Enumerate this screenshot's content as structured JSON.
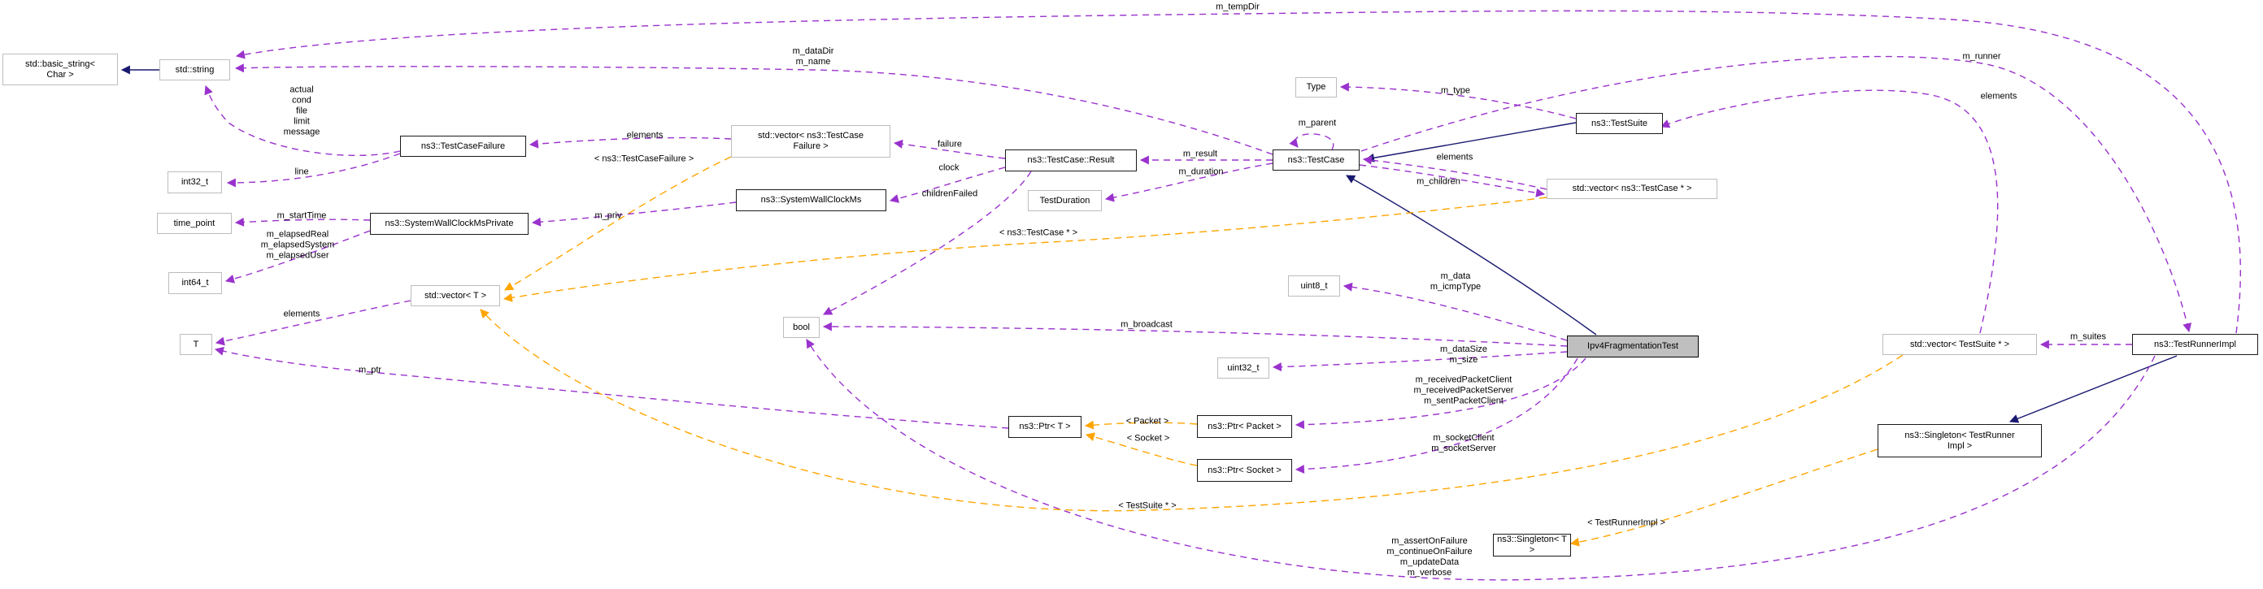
{
  "diagram_type": "class-collaboration-graph",
  "colors": {
    "inheritance": "#191970",
    "usage": "#9a32cd",
    "template_instance": "#ffa500",
    "documented_node_border": "#1a1a1a",
    "plain_node_border": "#bdbdbd",
    "main_node_fill": "#bfbfbf",
    "background": "#ffffff"
  },
  "nodes": [
    {
      "id": "basic_string",
      "label": "std::basic_string<\nChar >",
      "kind": "plain"
    },
    {
      "id": "string",
      "label": "std::string",
      "kind": "plain"
    },
    {
      "id": "int32_t",
      "label": "int32_t",
      "kind": "plain"
    },
    {
      "id": "time_point",
      "label": "time_point",
      "kind": "plain"
    },
    {
      "id": "tcf",
      "label": "ns3::TestCaseFailure",
      "kind": "doc"
    },
    {
      "id": "swcmp",
      "label": "ns3::SystemWallClockMsPrivate",
      "kind": "doc"
    },
    {
      "id": "int64_t",
      "label": "int64_t",
      "kind": "plain"
    },
    {
      "id": "vecT",
      "label": "std::vector< T >",
      "kind": "plain"
    },
    {
      "id": "T",
      "label": "T",
      "kind": "plain"
    },
    {
      "id": "vecTCF",
      "label": "std::vector< ns3::TestCase\nFailure >",
      "kind": "plain"
    },
    {
      "id": "swcm",
      "label": "ns3::SystemWallClockMs",
      "kind": "doc"
    },
    {
      "id": "result",
      "label": "ns3::TestCase::Result",
      "kind": "doc"
    },
    {
      "id": "dur",
      "label": "TestDuration",
      "kind": "plain"
    },
    {
      "id": "type",
      "label": "Type",
      "kind": "plain"
    },
    {
      "id": "tc",
      "label": "ns3::TestCase",
      "kind": "doc"
    },
    {
      "id": "ts",
      "label": "ns3::TestSuite",
      "kind": "doc"
    },
    {
      "id": "vecTCp",
      "label": "std::vector< ns3::TestCase * >",
      "kind": "plain"
    },
    {
      "id": "uint8",
      "label": "uint8_t",
      "kind": "plain"
    },
    {
      "id": "bool",
      "label": "bool",
      "kind": "plain"
    },
    {
      "id": "uint32",
      "label": "uint32_t",
      "kind": "plain"
    },
    {
      "id": "ptrT",
      "label": "ns3::Ptr< T >",
      "kind": "doc"
    },
    {
      "id": "ptrPacket",
      "label": "ns3::Ptr< Packet >",
      "kind": "doc"
    },
    {
      "id": "ptrSocket",
      "label": "ns3::Ptr< Socket >",
      "kind": "doc"
    },
    {
      "id": "main",
      "label": "Ipv4FragmentationTest",
      "kind": "main"
    },
    {
      "id": "vecTS",
      "label": "std::vector< TestSuite * >",
      "kind": "plain"
    },
    {
      "id": "tri",
      "label": "ns3::TestRunnerImpl",
      "kind": "doc"
    },
    {
      "id": "singletonTRI",
      "label": "ns3::Singleton< TestRunner\nImpl >",
      "kind": "doc"
    },
    {
      "id": "singletonT",
      "label": "ns3::Singleton< T >",
      "kind": "doc"
    }
  ],
  "edges": [
    {
      "id": "inh-string",
      "from": "string",
      "to": "basic_string",
      "kind": "inherit",
      "label": ""
    },
    {
      "id": "inh-ts-tc",
      "from": "ts",
      "to": "tc",
      "kind": "inherit",
      "label": ""
    },
    {
      "id": "inh-main-tc",
      "from": "main",
      "to": "tc",
      "kind": "inherit",
      "label": ""
    },
    {
      "id": "inh-tri-singleton",
      "from": "tri",
      "to": "singletonTRI",
      "kind": "inherit",
      "label": ""
    },
    {
      "id": "use-tempdir",
      "from": "tri",
      "to": "string",
      "kind": "use",
      "label": "m_tempDir"
    },
    {
      "id": "use-datadir",
      "from": "tc",
      "to": "string",
      "kind": "use",
      "label": "m_dataDir\nm_name"
    },
    {
      "id": "use-actual",
      "from": "tcf",
      "to": "string",
      "kind": "use",
      "label": "actual\ncond\nfile\nlimit\nmessage"
    },
    {
      "id": "use-line",
      "from": "tcf",
      "to": "int32_t",
      "kind": "use",
      "label": "line"
    },
    {
      "id": "use-starttime",
      "from": "swcmp",
      "to": "time_point",
      "kind": "use",
      "label": "m_startTime"
    },
    {
      "id": "use-elapsed",
      "from": "swcmp",
      "to": "int64_t",
      "kind": "use",
      "label": "m_elapsedReal\nm_elapsedSystem\nm_elapsedUser"
    },
    {
      "id": "use-priv",
      "from": "swcm",
      "to": "swcmp",
      "kind": "use",
      "label": "m_priv"
    },
    {
      "id": "use-elem-T",
      "from": "vecT",
      "to": "T",
      "kind": "use",
      "label": "elements"
    },
    {
      "id": "use-mptr",
      "from": "ptrT",
      "to": "T",
      "kind": "use",
      "label": "m_ptr"
    },
    {
      "id": "use-elem-tcf",
      "from": "vecTCF",
      "to": "tcf",
      "kind": "use",
      "label": "elements"
    },
    {
      "id": "use-failure",
      "from": "result",
      "to": "vecTCF",
      "kind": "use",
      "label": "failure"
    },
    {
      "id": "use-clock",
      "from": "result",
      "to": "swcm",
      "kind": "use",
      "label": "clock"
    },
    {
      "id": "use-childrenfailed",
      "from": "result",
      "to": "bool",
      "kind": "use",
      "label": "childrenFailed"
    },
    {
      "id": "use-result",
      "from": "tc",
      "to": "result",
      "kind": "use",
      "label": "m_result"
    },
    {
      "id": "use-duration",
      "from": "tc",
      "to": "dur",
      "kind": "use",
      "label": "m_duration"
    },
    {
      "id": "use-parent",
      "from": "tc",
      "to": "tc",
      "kind": "use",
      "label": "m_parent"
    },
    {
      "id": "use-mtype",
      "from": "ts",
      "to": "type",
      "kind": "use",
      "label": "m_type"
    },
    {
      "id": "use-elem-tc",
      "from": "vecTCp",
      "to": "tc",
      "kind": "use",
      "label": "elements"
    },
    {
      "id": "use-children",
      "from": "tc",
      "to": "vecTCp",
      "kind": "use",
      "label": "m_children"
    },
    {
      "id": "use-elem-ts",
      "from": "vecTS",
      "to": "ts",
      "kind": "use",
      "label": "elements"
    },
    {
      "id": "use-runner",
      "from": "tc",
      "to": "tri",
      "kind": "use",
      "label": "m_runner"
    },
    {
      "id": "use-mdata",
      "from": "main",
      "to": "uint8",
      "kind": "use",
      "label": "m_data\nm_icmpType"
    },
    {
      "id": "use-broadcast",
      "from": "main",
      "to": "bool",
      "kind": "use",
      "label": "m_broadcast"
    },
    {
      "id": "use-datasize",
      "from": "main",
      "to": "uint32",
      "kind": "use",
      "label": "m_dataSize\nm_size"
    },
    {
      "id": "use-received",
      "from": "main",
      "to": "ptrPacket",
      "kind": "use",
      "label": "m_receivedPacketClient\nm_receivedPacketServer\nm_sentPacketClient"
    },
    {
      "id": "use-socketcs",
      "from": "main",
      "to": "ptrSocket",
      "kind": "use",
      "label": "m_socketClient\nm_socketServer"
    },
    {
      "id": "use-suites",
      "from": "tri",
      "to": "vecTS",
      "kind": "use",
      "label": "m_suites"
    },
    {
      "id": "use-asserts",
      "from": "tri",
      "to": "bool",
      "kind": "use",
      "label": "m_assertOnFailure\nm_continueOnFailure\nm_updateData\nm_verbose"
    },
    {
      "id": "tpl-vectcf",
      "from": "vecTCF",
      "to": "vecT",
      "kind": "template",
      "label": "< ns3::TestCaseFailure >"
    },
    {
      "id": "tpl-vectcp",
      "from": "vecTCp",
      "to": "vecT",
      "kind": "template",
      "label": "< ns3::TestCase * >"
    },
    {
      "id": "tpl-vects",
      "from": "vecTS",
      "to": "vecT",
      "kind": "template",
      "label": "< TestSuite * >"
    },
    {
      "id": "tpl-packet",
      "from": "ptrPacket",
      "to": "ptrT",
      "kind": "template",
      "label": "< Packet >"
    },
    {
      "id": "tpl-socket",
      "from": "ptrSocket",
      "to": "ptrT",
      "kind": "template",
      "label": "< Socket >"
    },
    {
      "id": "tpl-singleton",
      "from": "singletonTRI",
      "to": "singletonT",
      "kind": "template",
      "label": "< TestRunnerImpl >"
    }
  ]
}
